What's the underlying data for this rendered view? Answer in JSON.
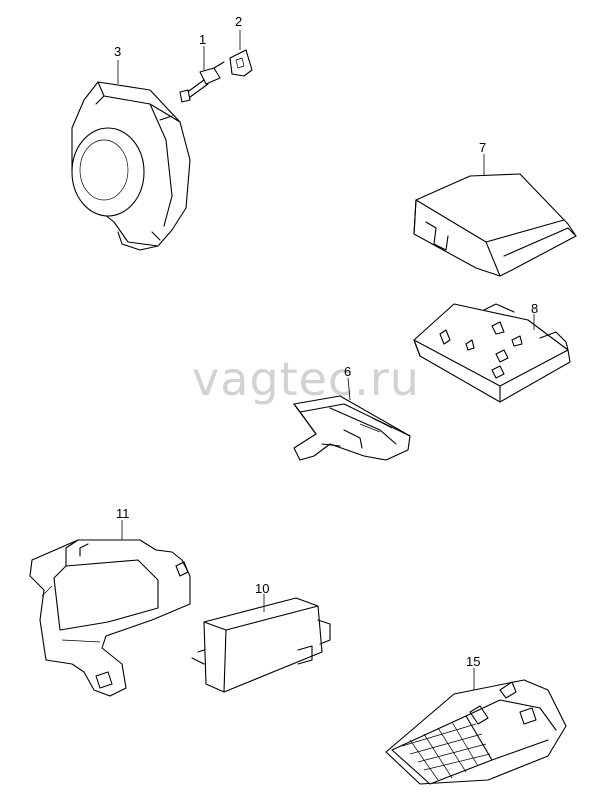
{
  "watermark": "vagtec.ru",
  "callouts": {
    "p1": "1",
    "p2": "2",
    "p3": "3",
    "p6": "6",
    "p7": "7",
    "p8": "8",
    "p10": "10",
    "p11": "11",
    "p15": "15"
  }
}
